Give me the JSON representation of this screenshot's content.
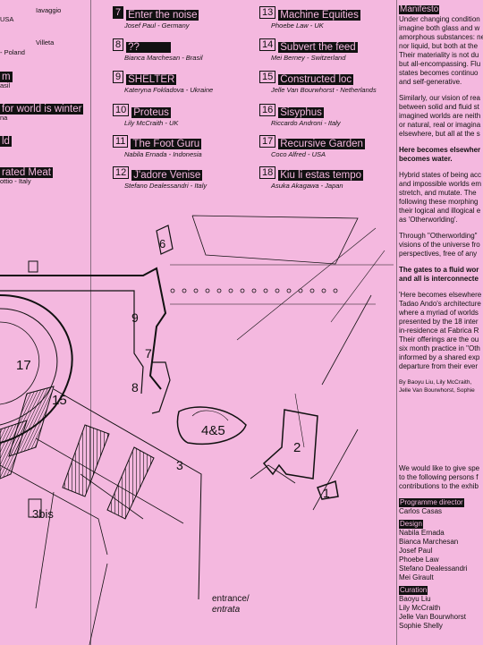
{
  "left_fragments": [
    {
      "text": "Iavaggio"
    },
    {
      "text": "USA"
    },
    {
      "text": "Villeta"
    },
    {
      "text": "- Poland"
    },
    {
      "text": "asil"
    },
    {
      "text": "na"
    },
    {
      "text": "ottio - Italy"
    }
  ],
  "left_titles": [
    {
      "text": "m"
    },
    {
      "text": "for world is winter"
    },
    {
      "text": "ld"
    },
    {
      "text": "rated Meat"
    }
  ],
  "projects_col1": [
    {
      "num": "7",
      "title": "Enter the noise",
      "by": "Josef Paul - Germany",
      "solid": true
    },
    {
      "num": "8",
      "title": "??",
      "by": "Bianca Marchesan - Brasil",
      "solid": false
    },
    {
      "num": "9",
      "title": "SHELTER",
      "by": "Kateryna Fokladova - Ukraine",
      "solid": false
    },
    {
      "num": "10",
      "title": "Proteus",
      "by": "Lily McCraith - UK",
      "solid": false
    },
    {
      "num": "11",
      "title": "The Foot Guru",
      "by": "Nabila Ernada - Indonesia",
      "solid": false
    },
    {
      "num": "12",
      "title": "J'adore Venise",
      "by": "Stefano Dealessandri - Italy",
      "solid": false
    }
  ],
  "projects_col2": [
    {
      "num": "13",
      "title": "Machine Equities",
      "by": "Phoebe Law - UK",
      "solid": false
    },
    {
      "num": "14",
      "title": "Subvert the feed",
      "by": "Mei Berney - Switzerland",
      "solid": false
    },
    {
      "num": "15",
      "title": "Constructed loc",
      "by": "Jelle Van Bourwhorst - Netherlands",
      "solid": false
    },
    {
      "num": "16",
      "title": "Sisyphus",
      "by": "Riccardo Androni - Italy",
      "solid": false
    },
    {
      "num": "17",
      "title": "Recursive Garden",
      "by": "Coco Alfred - USA",
      "solid": false
    },
    {
      "num": "18",
      "title": "Kiu li estas tempo",
      "by": "Asuka Akagawa - Japan",
      "solid": false
    }
  ],
  "map_labels": {
    "n6": "6",
    "n9": "9",
    "n7": "7",
    "n8": "8",
    "n17": "17",
    "n15": "15",
    "n45": "4&5",
    "n3": "3",
    "n2": "2",
    "n1": "1",
    "n3bis": "3bis",
    "entrance_1": "entrance/",
    "entrance_2": "entrata"
  },
  "manifesto": {
    "heading": "Manifesto",
    "p1": [
      "Under changing condition",
      "imagine both glass and w",
      "amorphous substances: ne",
      "nor liquid, but both at the",
      "Their materiality is not du",
      "but all-encompassing. Flu",
      "states becomes continuo",
      "and self-generative."
    ],
    "p2": [
      "Similarly, our vision of rea",
      "between solid and fluid st",
      "imagined worlds are neith",
      "or natural, real or imagina",
      "elsewhere, but all at the s"
    ],
    "bold1": [
      "Here becomes elsewher",
      "becomes water."
    ],
    "p3": [
      "Hybrid states of being acc",
      "and impossible worlds em",
      "stretch, and mutate. The",
      "following these morphing",
      "their logical and illogical e",
      "as 'Otherworlding'."
    ],
    "p4": [
      "Through \"Otherworlding\"",
      "visions of the universe fro",
      "perspectives, free of any"
    ],
    "bold2": [
      "The gates to a fluid wor",
      "and all is interconnecte"
    ],
    "p5": [
      "'Here becomes elsewhere",
      "Tadao Ando's architecture",
      "where a myriad of worlds",
      "presented by the 18 inter",
      "in-residence at Fabrica R",
      "Their offerings are the ou",
      "six month practice in \"Oth",
      "informed by a shared exp",
      "departure from their ever"
    ],
    "credits": [
      "By Baoyu Liu, Lily McCraith,",
      "Jelle Van Bourwhorst, Sophie"
    ],
    "thanks": [
      "We would like to give spe",
      "to the following persons f",
      "contributions to the exhib"
    ],
    "director_tag": "Programme director",
    "director": "Carlos Casas",
    "design_tag": "Design",
    "design": [
      "Nabila Ernada",
      "Bianca Marchesan",
      "Josef Paul",
      "Phoebe Law",
      "Stefano Dealessandri",
      "Mei Girault"
    ],
    "curation_tag": "Curation",
    "curation": [
      "Baoyu Liu",
      "Lily McCraith",
      "Jelle Van Bourwhorst",
      "Sophie Shelly"
    ]
  },
  "colors": {
    "background": "#f4b8df",
    "ink": "#111111",
    "hatch": "#111111"
  }
}
